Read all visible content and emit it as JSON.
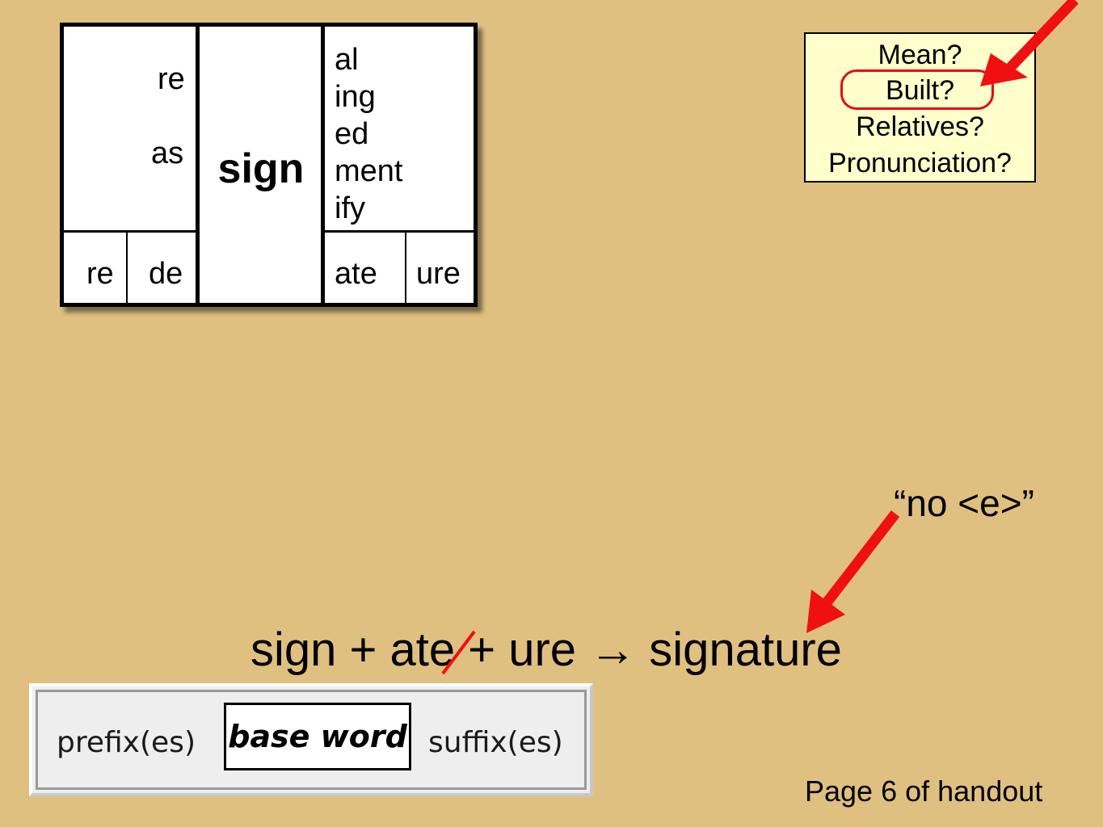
{
  "matrix": {
    "base": "sign",
    "prefixes_top": [
      "re",
      "as"
    ],
    "prefixes_bottom": [
      "re",
      "de"
    ],
    "suffixes_top": [
      "al",
      "ing",
      "ed",
      "ment",
      "ify"
    ],
    "suffixes_bottom": [
      "ate",
      "ure"
    ]
  },
  "questions": [
    "Mean?",
    "Built?",
    "Relatives?",
    "Pronunciation?"
  ],
  "highlighted_question": "Built?",
  "equation": {
    "part1": "sign + ",
    "struck": "ate",
    "part2": " + ure → signature"
  },
  "note": "“no <e>”",
  "legend": {
    "prefix": "prefix(es)",
    "base": "base word",
    "suffix": "suffix(es)"
  },
  "page_note": "Page 6 of handout",
  "colors": {
    "background": "#dfc080",
    "arrow": "#f01010",
    "question_box": "#ffffcc"
  }
}
